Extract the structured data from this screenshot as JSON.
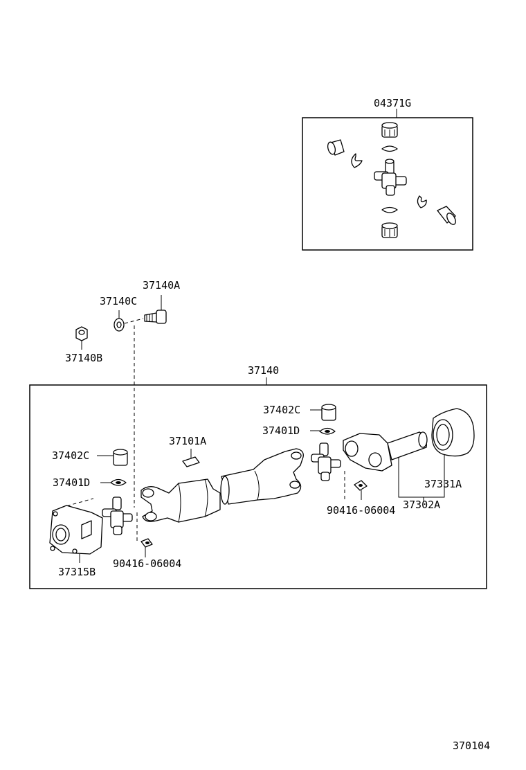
{
  "parts": {
    "p04371G": "04371G",
    "p37140A": "37140A",
    "p37140C": "37140C",
    "p37140B": "37140B",
    "p37140": "37140",
    "p37402C_right": "37402C",
    "p37401D_right": "37401D",
    "p37101A": "37101A",
    "p37402C_left": "37402C",
    "p37401D_left": "37401D",
    "p90416_right": "90416-06004",
    "p37331A": "37331A",
    "p37302A": "37302A",
    "p90416_left": "90416-06004",
    "p37315B": "37315B"
  },
  "figure_code": "370104"
}
